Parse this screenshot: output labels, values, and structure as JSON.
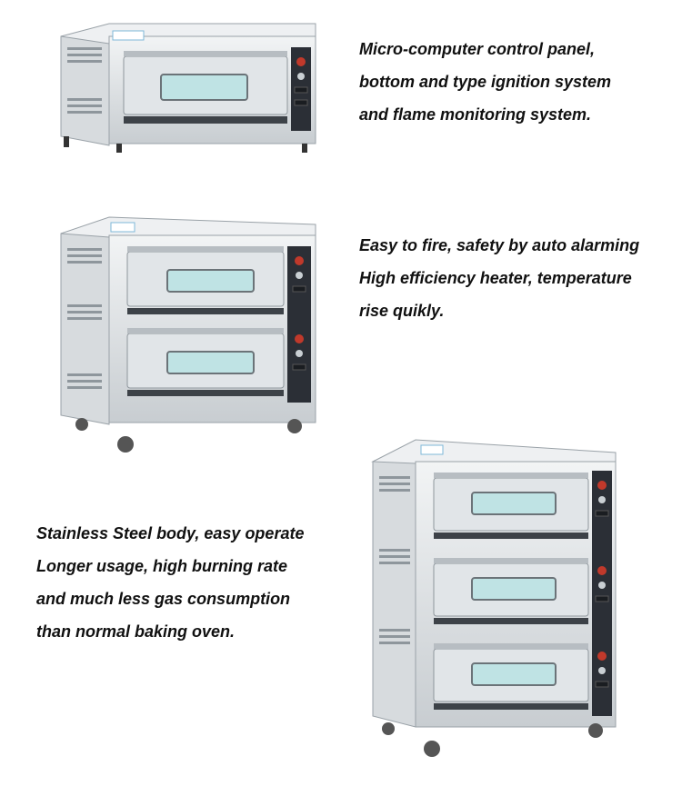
{
  "products": [
    {
      "name": "one-deck-oven",
      "decks": 1,
      "caption_lines": [
        "Micro-computer control panel,",
        "bottom and type ignition system",
        "and flame monitoring system."
      ]
    },
    {
      "name": "two-deck-oven",
      "decks": 2,
      "caption_lines": [
        "Easy to fire, safety by auto alarming",
        "High efficiency heater, temperature",
        "rise quikly."
      ]
    },
    {
      "name": "three-deck-oven",
      "decks": 3,
      "caption_lines": [
        "Stainless Steel body, easy operate",
        "Longer usage, high burning rate",
        "and much less gas consumption",
        "than normal baking oven."
      ]
    }
  ],
  "colors": {
    "steel_light": "#e9ecee",
    "steel_mid": "#c9cfd3",
    "steel_dark": "#8e969c",
    "window": "#bfe3e4",
    "panel": "#2b2f36",
    "knob": "#c0392b"
  }
}
